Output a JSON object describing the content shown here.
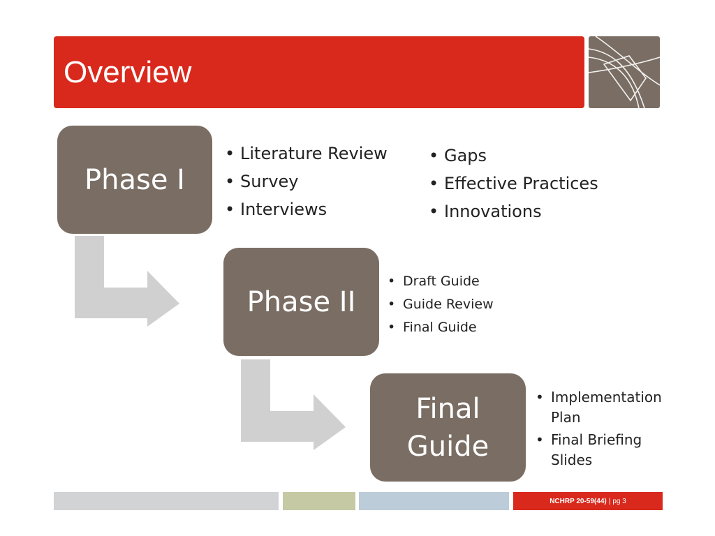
{
  "title": "Overview",
  "phases": [
    {
      "label": "Phase I"
    },
    {
      "label": "Phase II"
    },
    {
      "label_line1": "Final",
      "label_line2": "Guide"
    }
  ],
  "phase1_bullets_left": [
    "Literature Review",
    "Survey",
    "Interviews"
  ],
  "phase1_bullets_right": [
    "Gaps",
    "Effective Practices",
    "Innovations"
  ],
  "phase2_bullets": [
    "Draft Guide",
    "Guide Review",
    "Final Guide"
  ],
  "final_bullets": [
    "Implementation Plan",
    "Final Briefing Slides"
  ],
  "footer": {
    "project": "NCHRP 20-59(44)",
    "separator": "|",
    "page": "pg 3"
  },
  "colors": {
    "title_red": "#d9291c",
    "box_taupe": "#7a6e64",
    "arrow_gray": "#d0d0d0",
    "footer_gray": "#d1d3d4",
    "footer_green": "#c5c9a4",
    "footer_blue": "#bcccd8"
  }
}
